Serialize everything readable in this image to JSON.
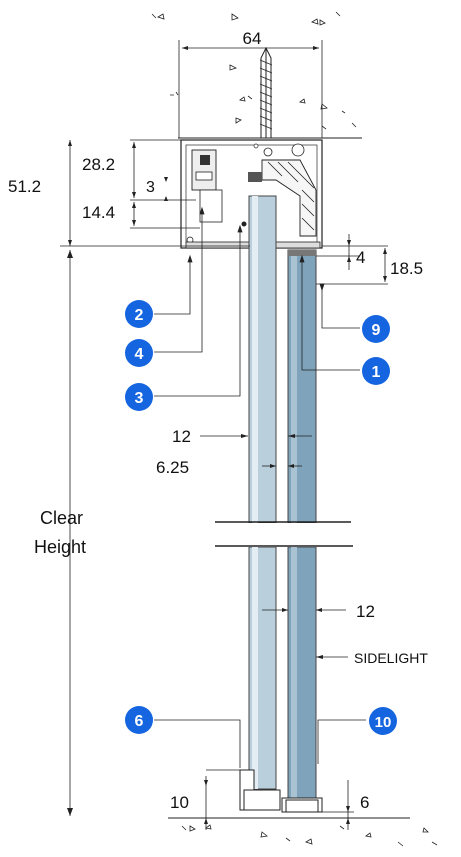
{
  "dimensions": {
    "top_width": "64",
    "d_51_2": "51.2",
    "d_28_2": "28.2",
    "d_3": "3",
    "d_14_4": "14.4",
    "d_4": "4",
    "d_18_5": "18.5",
    "d_12_top": "12",
    "d_6_25": "6.25",
    "d_12_mid": "12",
    "d_10": "10",
    "d_6": "6"
  },
  "labels": {
    "clear_height_line1": "Clear",
    "clear_height_line2": "Height",
    "sidelight": "SIDELIGHT"
  },
  "callouts": {
    "c2": "2",
    "c4": "4",
    "c3": "3",
    "c9": "9",
    "c1": "1",
    "c6": "6",
    "c10": "10"
  },
  "colors": {
    "callout_fill": "#1565e0",
    "glass_left": "#b9cfdc",
    "glass_right": "#7ea3bb",
    "glass_edge": "#e3edf3"
  }
}
